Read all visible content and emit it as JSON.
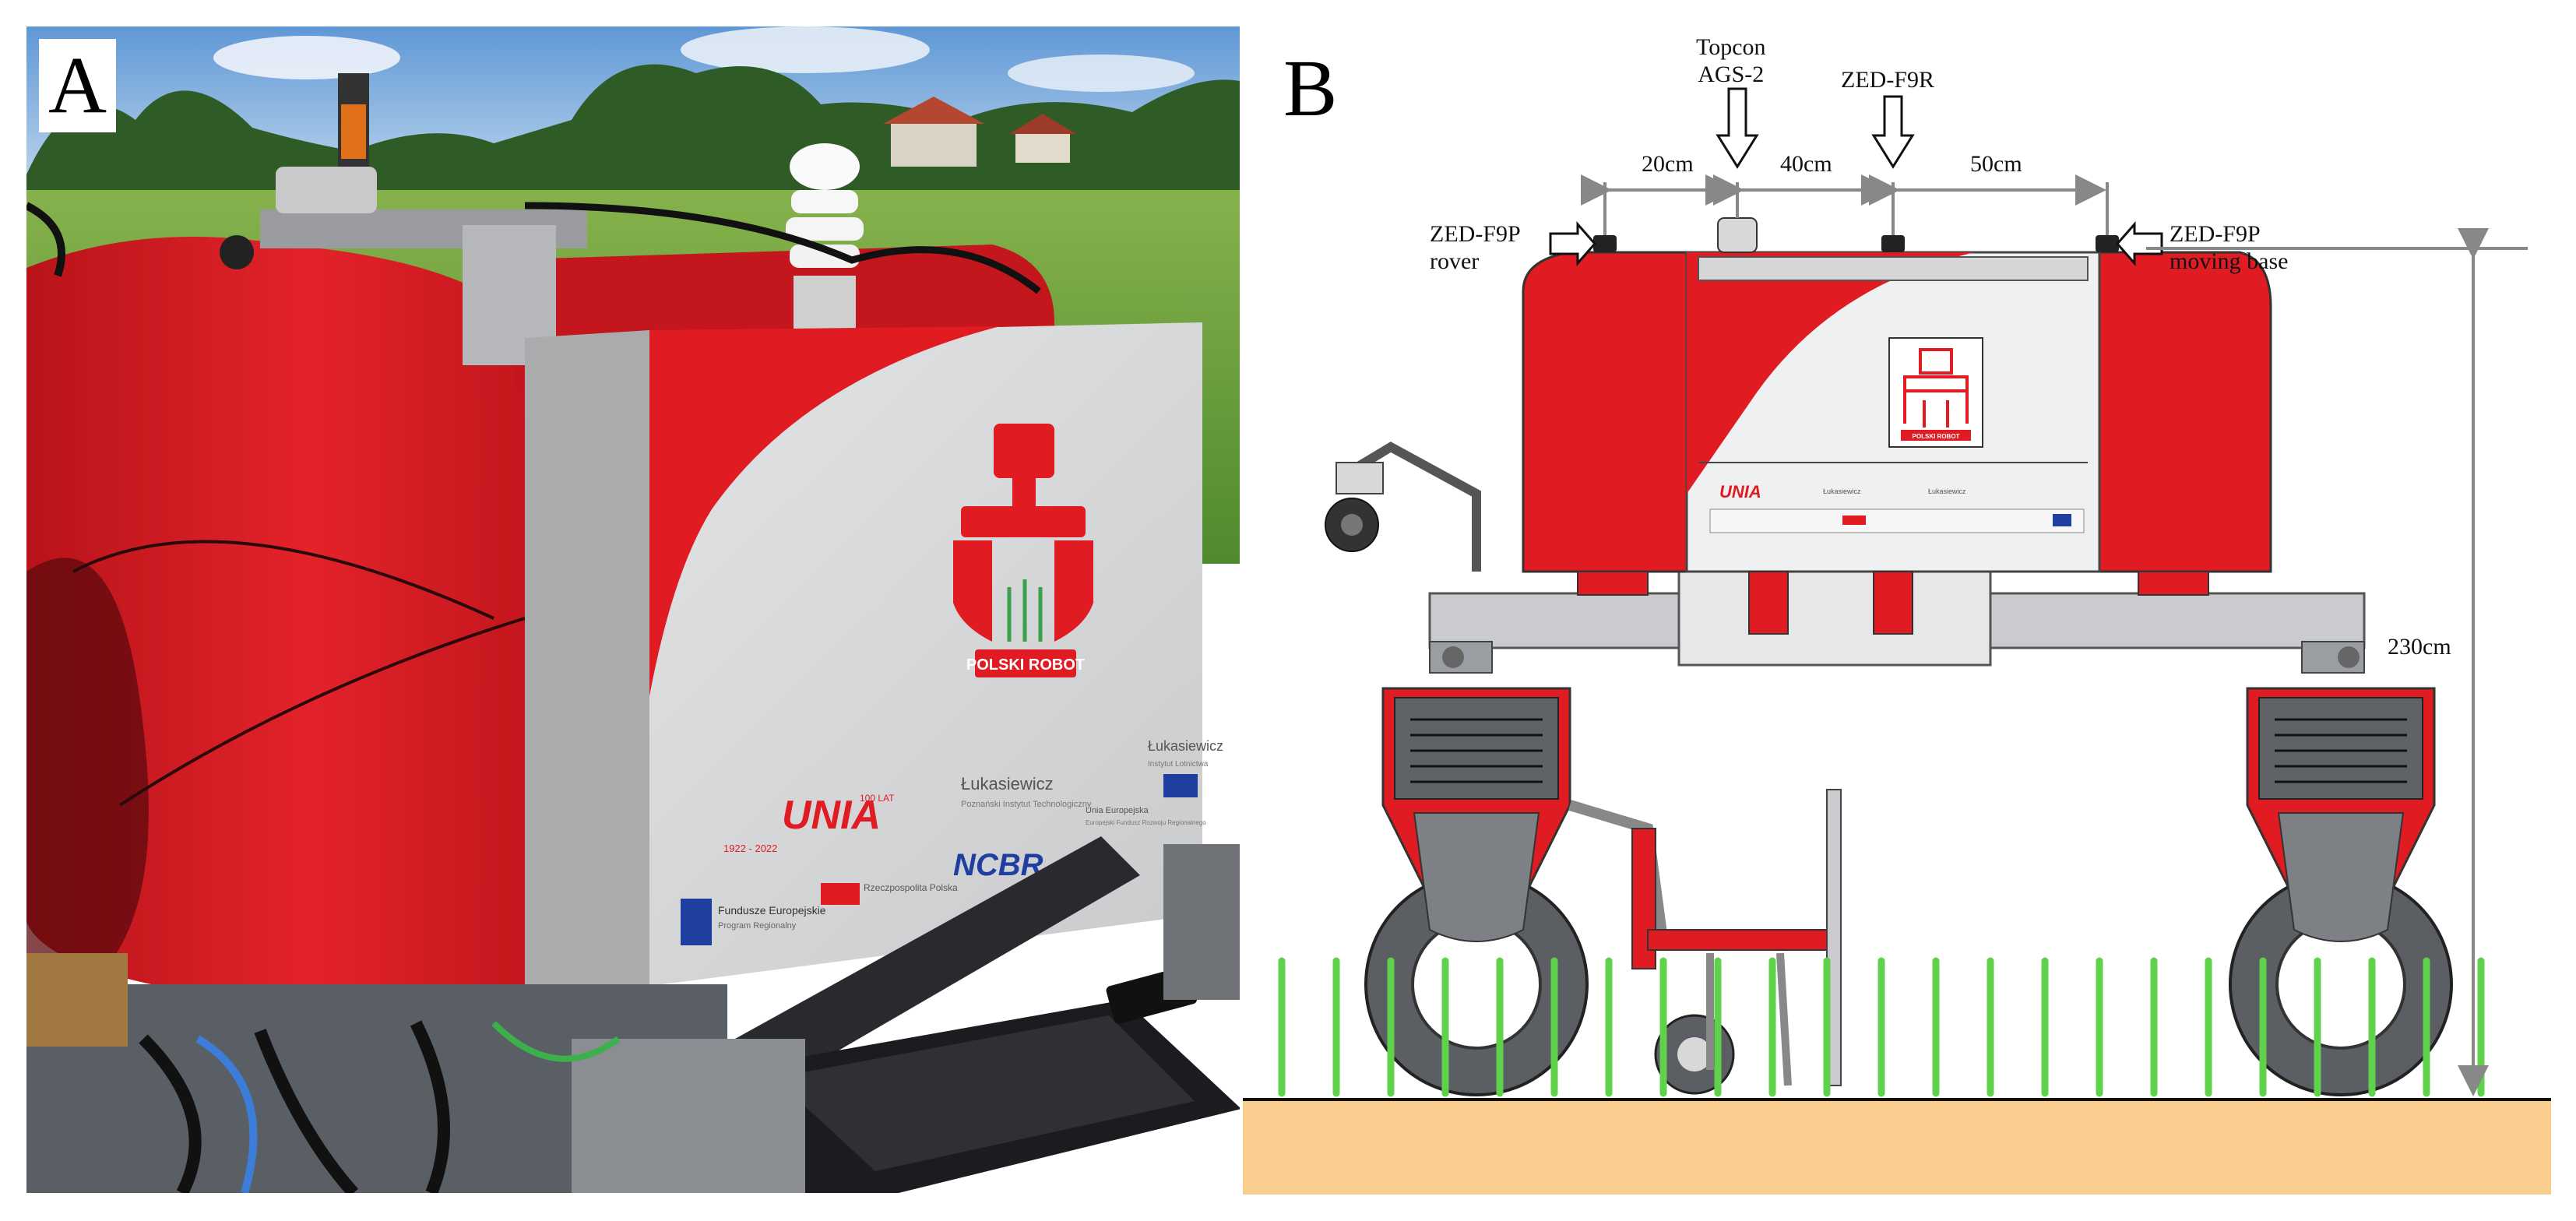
{
  "panel_a": {
    "letter": "A",
    "logos": {
      "polski_robot": "POLSKI ROBOT",
      "unia": "UNIA",
      "unia_years_top": "100 LAT",
      "unia_years_bottom": "1922 - 2022",
      "lukasiewicz_1": "Łukasiewicz",
      "lukasiewicz_1_sub": "Poznański Instytut Technologiczny",
      "lukasiewicz_2": "Łukasiewicz",
      "lukasiewicz_2_sub": "Instytut Lotnictwa",
      "ncbr": "NCBR",
      "rp": "Rzeczpospolita Polska",
      "fe": "Fundusze Europejskie",
      "fe_sub": "Program Regionalny",
      "ue": "Unia Europejska",
      "ue_sub": "Europejski Fundusz Rozwoju Regionalnego"
    }
  },
  "panel_b": {
    "letter": "B",
    "antenna_labels": {
      "topcon_line1": "Topcon",
      "topcon_line2": "AGS-2",
      "zed_f9r": "ZED-F9R",
      "rover_line1": "ZED-F9P",
      "rover_line2": "rover",
      "base_line1": "ZED-F9P",
      "base_line2": "moving base"
    },
    "dimensions": {
      "d1": "20cm",
      "d2": "40cm",
      "d3": "50cm",
      "height": "230cm"
    },
    "logos": {
      "polski_robot": "POLSKI ROBOT",
      "unia": "UNIA",
      "lukasiewicz": "Łukasiewicz"
    }
  },
  "colors": {
    "robot_red": "#e01b22",
    "cabinet_grey": "#d9dadb",
    "soil": "#f9cd8e",
    "plant_green": "#5fd14a",
    "sky": "#7fb0de",
    "grass": "#6aa53e"
  }
}
